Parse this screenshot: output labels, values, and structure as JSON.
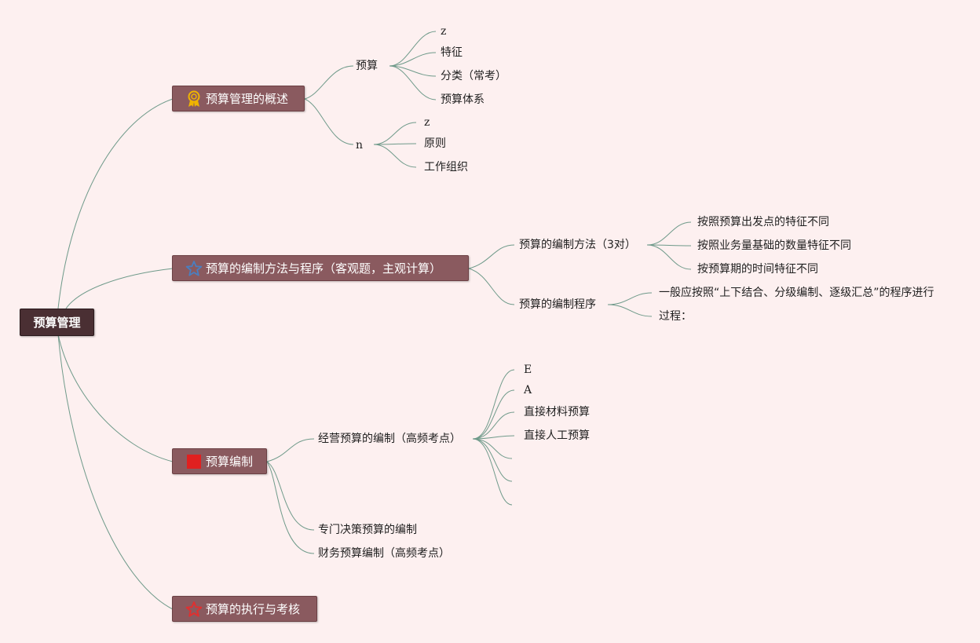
{
  "root": {
    "label": "预算管理"
  },
  "branches": [
    {
      "label": "预算管理的概述",
      "icon": "award-ribbon-icon",
      "children": [
        {
          "label": "预算",
          "children": [
            "z",
            "特征",
            "分类（常考）",
            "预算体系"
          ]
        },
        {
          "label": "n",
          "children": [
            "z",
            "原则",
            "工作组织"
          ]
        }
      ]
    },
    {
      "label": "预算的编制方法与程序（客观题，主观计算）",
      "icon": "star-outline-icon",
      "children": [
        {
          "label": "预算的编制方法（3对）",
          "children": [
            "按照预算出发点的特征不同",
            "按照业务量基础的数量特征不同",
            "按预算期的时间特征不同"
          ]
        },
        {
          "label": "预算的编制程序",
          "children": [
            "一般应按照“上下结合、分级编制、逐级汇总”的程序进行",
            "过程："
          ]
        }
      ]
    },
    {
      "label": "预算编制",
      "icon": "red-square-flag-icon",
      "children": [
        {
          "label": "经营预算的编制（高频考点）",
          "children": [
            "E",
            "A",
            "直接材料预算",
            "直接人工预算",
            "",
            "",
            ""
          ]
        },
        {
          "label": "专门决策预算的编制"
        },
        {
          "label": "财务预算编制（高频考点）"
        }
      ]
    },
    {
      "label": "预算的执行与考核",
      "icon": "red-star-icon"
    }
  ],
  "colors": {
    "background": "#fdf0f0",
    "root": "#4a2f33",
    "branch": "#8a5a5f",
    "link": "#6f9a8a"
  }
}
